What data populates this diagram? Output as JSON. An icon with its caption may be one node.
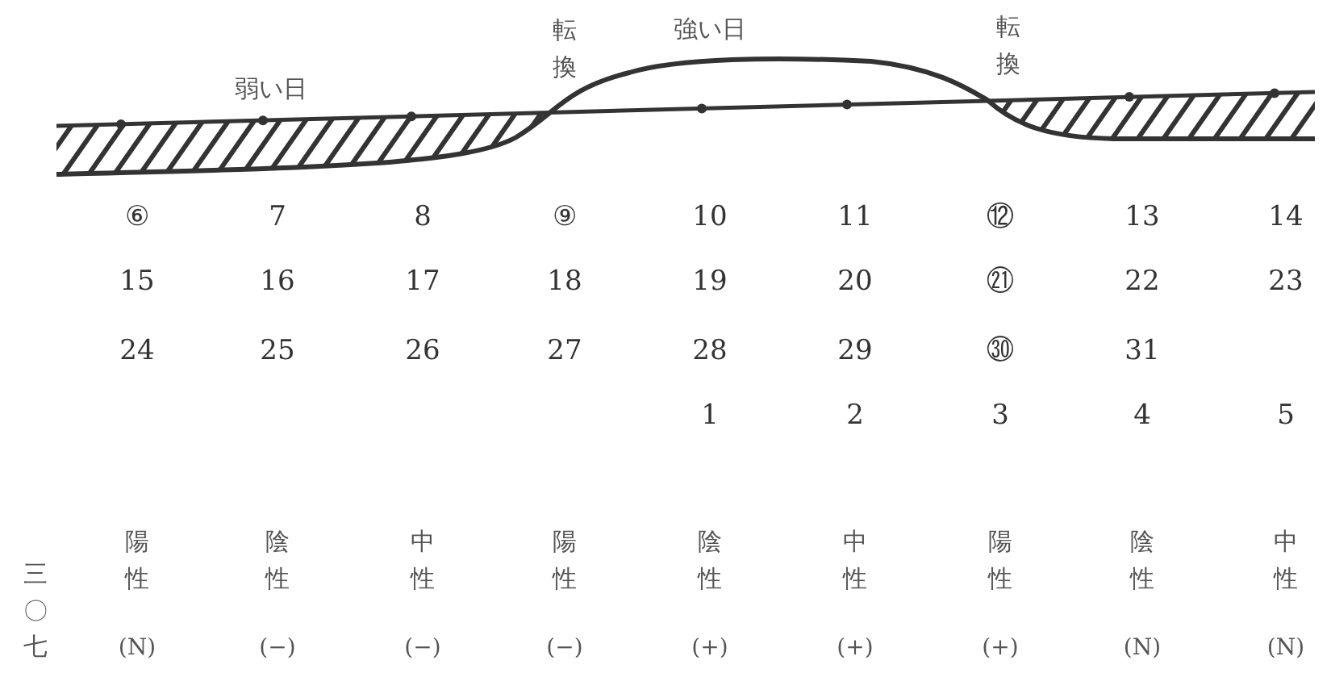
{
  "diagram": {
    "labels": [
      "転換",
      "強い日",
      "転換",
      "弱い日",
      "⑥",
      "7",
      "8",
      "⑨",
      "10",
      "11",
      "⑫",
      "13",
      "14",
      "15",
      "16",
      "17",
      "18",
      "19",
      "20",
      "㉑",
      "22",
      "23",
      "24",
      "25",
      "26",
      "27",
      "28",
      "29",
      "㉚",
      "31",
      "1",
      "2",
      "3",
      "4",
      "5",
      "陽性",
      "陰性",
      "中性",
      "陽性",
      "陰性",
      "中性",
      "陽性",
      "陰性",
      "中性",
      "(N)",
      "(−)",
      "(−)",
      "(−)",
      "(+)",
      "(+)",
      "(+)",
      "(N)",
      "(N)",
      "三〇七"
    ]
  }
}
